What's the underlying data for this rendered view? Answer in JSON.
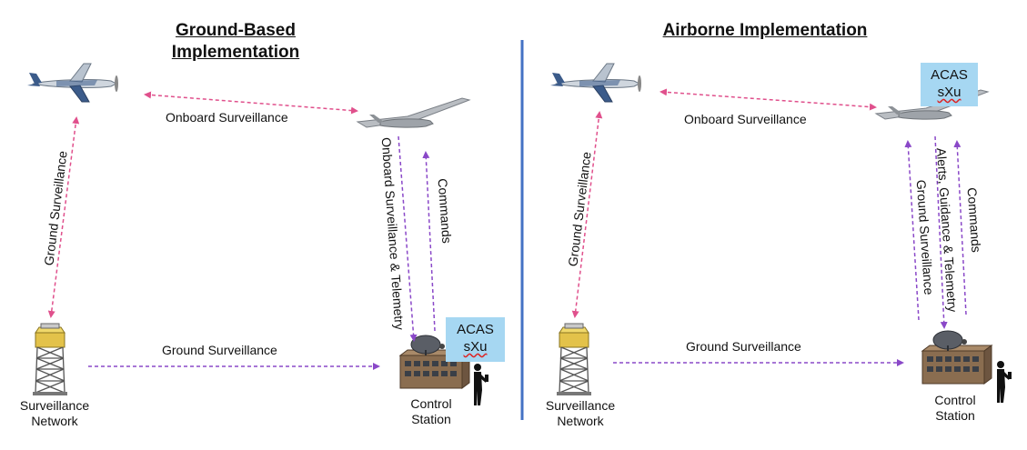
{
  "left": {
    "title_line1": "Ground-Based",
    "title_line2": "Implementation",
    "label_onboard": "Onboard Surveillance",
    "label_ground_vertical": "Ground Surveillance",
    "label_ground_horizontal": "Ground Surveillance",
    "label_onboard_telemetry": "Onboard Surveillance & Telemetry",
    "label_commands": "Commands",
    "acas_line1": "ACAS",
    "acas_line2": "sXu",
    "network_line1": "Surveillance",
    "network_line2": "Network",
    "station_line1": "Control",
    "station_line2": "Station"
  },
  "right": {
    "title": "Airborne Implementation",
    "label_onboard": "Onboard Surveillance",
    "label_ground_vertical": "Ground Surveillance",
    "label_ground_horizontal": "Ground Surveillance",
    "label_ground_surveillance_up": "Ground Surveillance",
    "label_alerts": "Alerts, Guidance & Telemetry",
    "label_commands": "Commands",
    "acas_line1": "ACAS",
    "acas_line2": "sXu",
    "network_line1": "Surveillance",
    "network_line2": "Network",
    "station_line1": "Control",
    "station_line2": "Station"
  },
  "colors": {
    "divider": "#4472c4",
    "arrow_pink": "#e0508c",
    "arrow_purple": "#8a48c8",
    "acas_box": "#a6d7f2"
  },
  "icons": [
    "small-plane-icon",
    "drone-icon",
    "radar-tower-icon",
    "control-building-icon",
    "operator-icon"
  ]
}
